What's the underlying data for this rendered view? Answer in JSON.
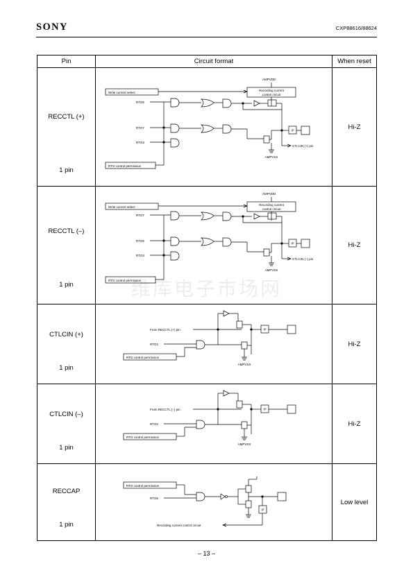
{
  "header": {
    "brand": "SONY",
    "doc_number": "CXP88616/88624"
  },
  "table": {
    "columns": [
      "Pin",
      "Circuit format",
      "When reset"
    ],
    "rows": [
      {
        "pin": "RECCTL (+)",
        "count": "1 pin",
        "reset": "Hi-Z",
        "circuit": {
          "supply": "AMPVDD",
          "ground": "AMPVSS",
          "write_current": "Write current select",
          "rec_ctrl_1": "Recording current",
          "rec_ctrl_2": "control circuit",
          "in1": "RTO6",
          "in2": "RTO7",
          "in3": "RTO3",
          "rtg": "RTG control permission",
          "ip": "IP",
          "out": "CTLCIN (+) pin"
        }
      },
      {
        "pin": "RECCTL (–)",
        "count": "1 pin",
        "reset": "Hi-Z",
        "circuit": {
          "supply": "AMPVDD",
          "ground": "AMPVSS",
          "write_current": "Write current select",
          "rec_ctrl_1": "Recording current",
          "rec_ctrl_2": "control circuit",
          "in1": "RTO7",
          "in2": "RTO6",
          "in3": "RTO3",
          "rtg": "RTG control permission",
          "ip": "IP",
          "out": "CTLCIN (–) pin"
        }
      },
      {
        "pin": "CTLCIN (+)",
        "count": "1 pin",
        "reset": "Hi-Z",
        "circuit": {
          "from": "From RECCTL (+) pin",
          "rto": "RTO3",
          "rtg": "RTG control permission",
          "ip": "IP",
          "ground": "AMPVSS"
        }
      },
      {
        "pin": "CTLCIN (–)",
        "count": "1 pin",
        "reset": "Hi-Z",
        "circuit": {
          "from": "From RECCTL (–) pin",
          "rto": "RTO3",
          "rtg": "RTG control permission",
          "ip": "IP",
          "ground": "AMPVSS"
        }
      },
      {
        "pin": "RECCAP",
        "count": "1 pin",
        "reset": "Low level",
        "circuit": {
          "rtg": "RTG control permission",
          "rto": "RTO5",
          "ip": "IP",
          "rec": "Recording current control circuit"
        }
      }
    ]
  },
  "watermark": "维库电子市场网",
  "footer": {
    "page": "– 13 –"
  }
}
